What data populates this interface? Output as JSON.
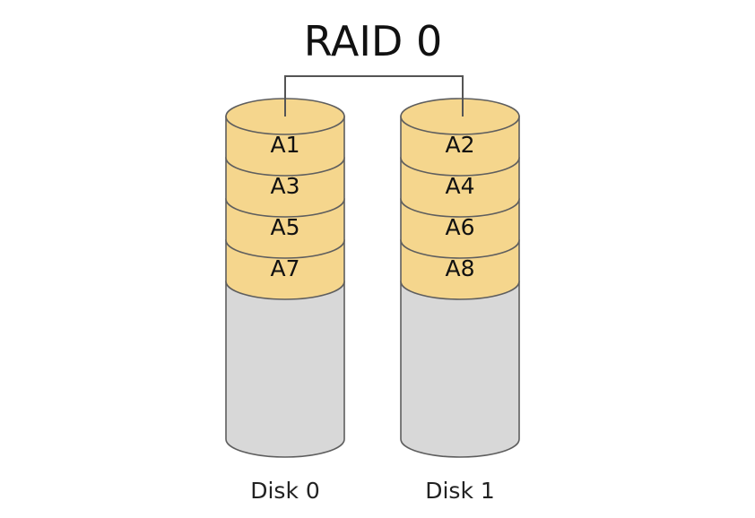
{
  "title": "RAID 0",
  "colors": {
    "block_fill": "#f5d68d",
    "empty_fill": "#d8d8d8",
    "stroke": "#5e5e5e",
    "connector": "#555555",
    "background": "#ffffff"
  },
  "disks": [
    {
      "label": "Disk 0",
      "blocks": [
        "A1",
        "A3",
        "A5",
        "A7"
      ]
    },
    {
      "label": "Disk 1",
      "blocks": [
        "A2",
        "A4",
        "A6",
        "A8"
      ]
    }
  ]
}
